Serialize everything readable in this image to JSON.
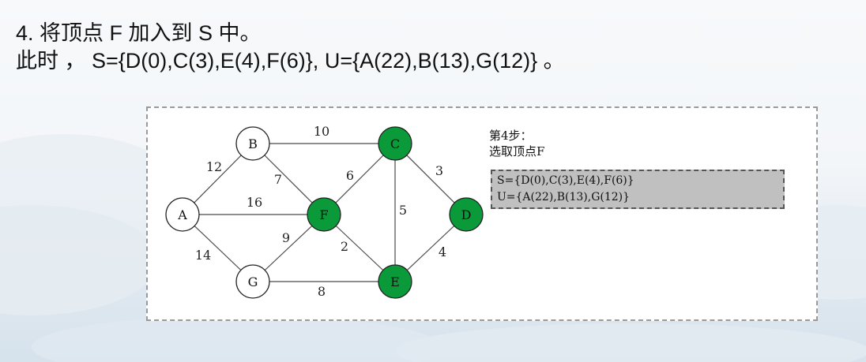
{
  "heading": {
    "line1": "4. 将顶点 F 加入到 S 中。",
    "line2": "此时 ， S={D(0),C(3),E(4),F(6)}, U={A(22),B(13),G(12)} 。"
  },
  "figure": {
    "step_title": "第4步：",
    "step_subtitle": "选取顶点F",
    "s_set": "S={D(0),C(3),E(4),F(6)}",
    "u_set": "U={A(22),B(13),G(12)}"
  },
  "graph": {
    "colors": {
      "selected": "#0b9a3a",
      "unselected": "#ffffff",
      "edge": "#4a4a4a"
    },
    "nodes": [
      {
        "id": "A",
        "selected": false
      },
      {
        "id": "B",
        "selected": false
      },
      {
        "id": "C",
        "selected": true
      },
      {
        "id": "D",
        "selected": true
      },
      {
        "id": "E",
        "selected": true
      },
      {
        "id": "F",
        "selected": true
      },
      {
        "id": "G",
        "selected": false
      }
    ],
    "edges": [
      {
        "from": "B",
        "to": "C",
        "weight": "10"
      },
      {
        "from": "A",
        "to": "B",
        "weight": "12"
      },
      {
        "from": "B",
        "to": "F",
        "weight": "7"
      },
      {
        "from": "F",
        "to": "C",
        "weight": "6"
      },
      {
        "from": "C",
        "to": "D",
        "weight": "3"
      },
      {
        "from": "A",
        "to": "F",
        "weight": "16"
      },
      {
        "from": "C",
        "to": "E",
        "weight": "5"
      },
      {
        "from": "G",
        "to": "F",
        "weight": "9"
      },
      {
        "from": "A",
        "to": "G",
        "weight": "14"
      },
      {
        "from": "F",
        "to": "E",
        "weight": "2"
      },
      {
        "from": "D",
        "to": "E",
        "weight": "4"
      },
      {
        "from": "G",
        "to": "E",
        "weight": "8"
      }
    ]
  }
}
